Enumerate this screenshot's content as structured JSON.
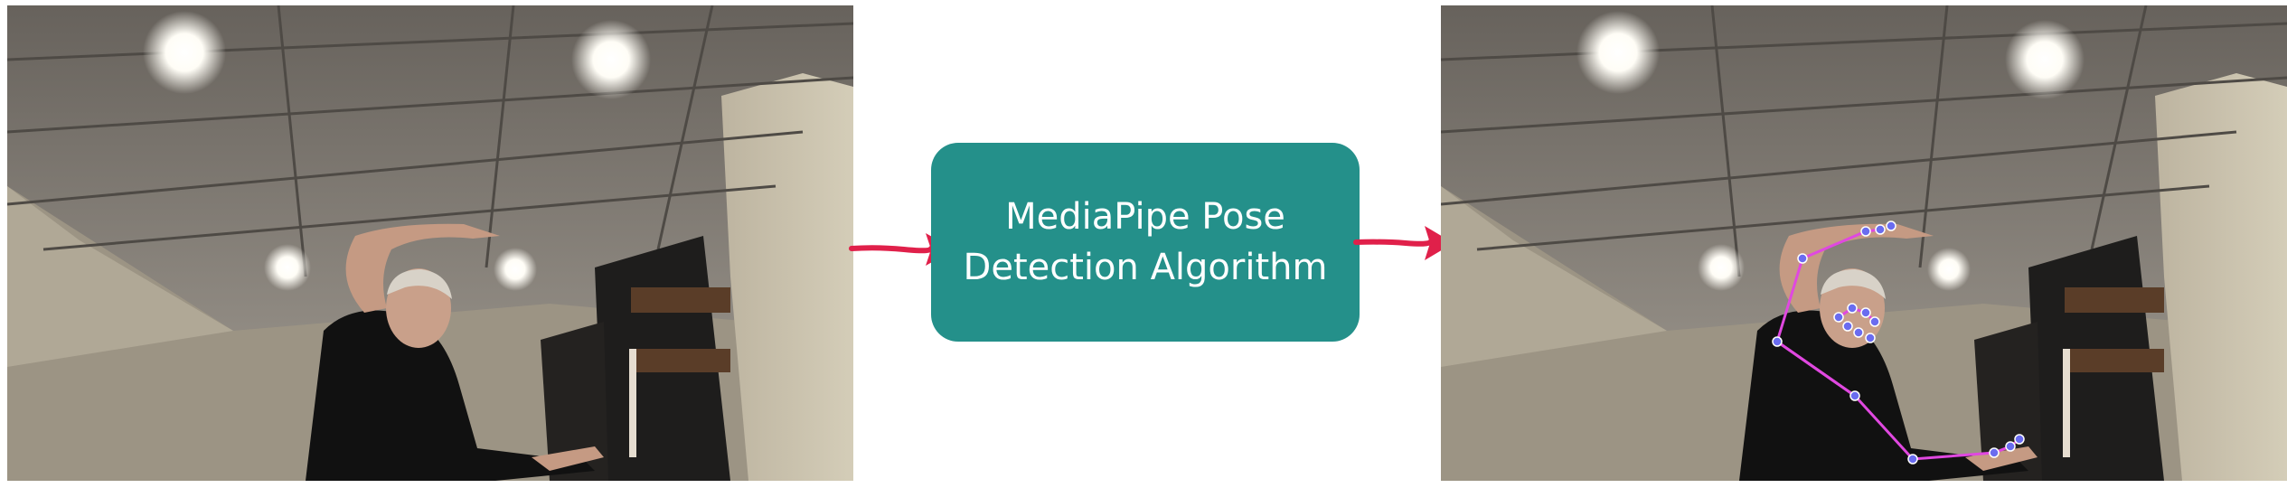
{
  "diagram": {
    "process_box": {
      "line1": "MediaPipe Pose",
      "line2": "Detection Algorithm",
      "fill_color": "#24908a",
      "text_color": "#ffffff"
    },
    "arrow_color": "#e0204a",
    "input_image": {
      "content": "photo of a man in a black t-shirt raising one arm in a kitchen with ceiling lights"
    },
    "output_image": {
      "content": "same photo overlaid with pose landmarks",
      "landmark_color": "#6a6cf0",
      "connection_color": "#e048e0"
    }
  }
}
